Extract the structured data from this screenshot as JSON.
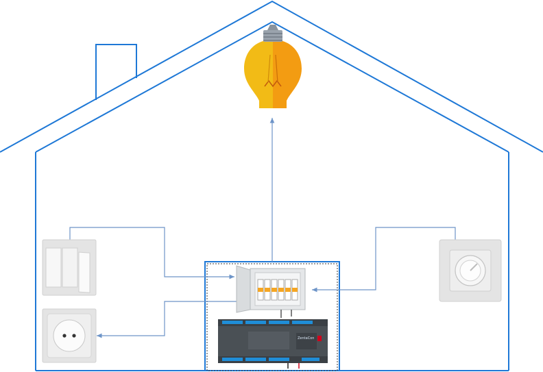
{
  "colors": {
    "house_outline": "#1e78d6",
    "connector": "#6d94c8",
    "bulb_yellow": "#f2bb16",
    "bulb_orange": "#f39c12",
    "bulb_base": "#9aa3ad",
    "panel_grey": "#e5e7e9",
    "breaker_orange": "#f5a623",
    "controller_body": "#4a5055",
    "terminal_blue": "#1f8ed8",
    "device_plate": "#e6e6e6"
  },
  "house": {
    "has_chimney": true
  },
  "devices": {
    "light_bulb": {
      "icon": "light-bulb-icon"
    },
    "triple_switch": {
      "icon": "light-switch-icon"
    },
    "power_socket": {
      "icon": "power-socket-icon"
    },
    "dimmer_knob": {
      "icon": "dimmer-knob-icon"
    },
    "distribution_panel": {
      "icon": "electrical-panel-icon"
    },
    "controller": {
      "icon": "controller-module-icon",
      "brand_text": "ZentaCon"
    }
  },
  "connections": [
    {
      "from": "triple_switch",
      "to": "distribution_panel"
    },
    {
      "from": "distribution_panel",
      "to": "power_socket"
    },
    {
      "from": "dimmer_knob",
      "to": "distribution_panel"
    },
    {
      "from": "distribution_panel",
      "to": "light_bulb"
    }
  ]
}
